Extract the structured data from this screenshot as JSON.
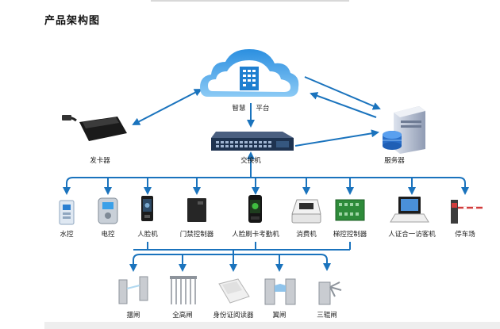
{
  "title": "产品架构图",
  "platform": {
    "left": "智慧",
    "right": "平台"
  },
  "hub": {
    "label": "交换机"
  },
  "card_issuer": {
    "label": "发卡器"
  },
  "server": {
    "label": "服务器"
  },
  "terminals": [
    {
      "label": "水控"
    },
    {
      "label": "电控"
    },
    {
      "label": "人脸机"
    },
    {
      "label": "门禁控制器"
    },
    {
      "label": "人脸刷卡考勤机"
    },
    {
      "label": "消费机"
    },
    {
      "label": "梯控控制器"
    },
    {
      "label": "人证合一访客机"
    },
    {
      "label": "停车场"
    }
  ],
  "gates": [
    {
      "label": "摆闸"
    },
    {
      "label": "全高闸"
    },
    {
      "label": "身份证阅读器"
    },
    {
      "label": "翼闸"
    },
    {
      "label": "三辊闸"
    }
  ],
  "colors": {
    "line": "#1a73bd",
    "cloud_top": "#2b8fe0",
    "cloud_bottom": "#8ccaf5"
  }
}
